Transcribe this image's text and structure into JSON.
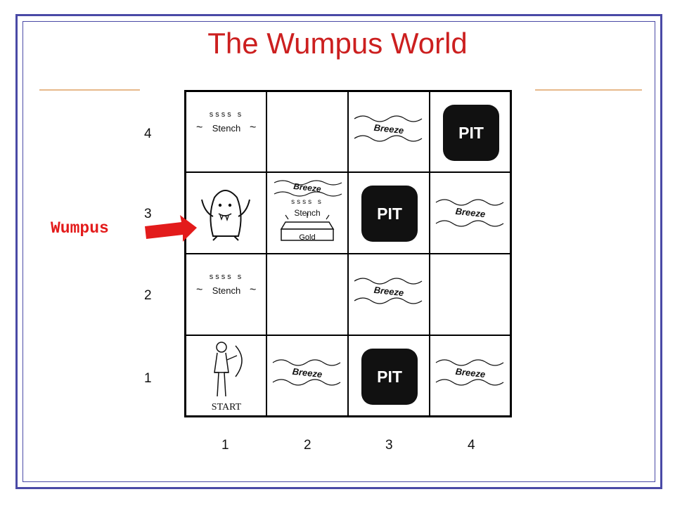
{
  "title": "The Wumpus World",
  "row_labels": [
    "4",
    "3",
    "2",
    "1"
  ],
  "col_labels": [
    "1",
    "2",
    "3",
    "4"
  ],
  "percepts": {
    "stench": "Stench",
    "breeze": "Breeze",
    "gold": "Gold",
    "pit": "PIT",
    "start": "START"
  },
  "wumpus_label": "Wumpus",
  "colors": {
    "title": "#cc1f1f",
    "frame": "#4a4aa6",
    "rule": "#e7b98a",
    "arrow": "#e31b1b",
    "pit": "#111111"
  }
}
